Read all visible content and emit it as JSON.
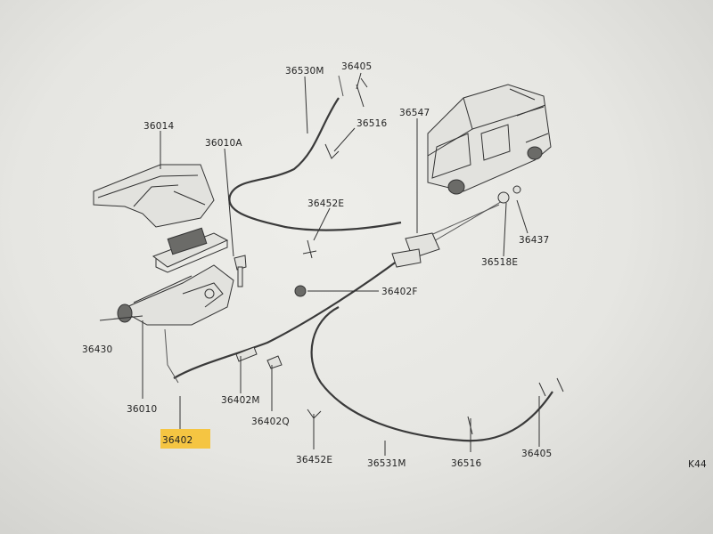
{
  "diagram": {
    "parts": {
      "p36530M": "36530M",
      "p36405_top": "36405",
      "p36516_top": "36516",
      "p36547": "36547",
      "p36014": "36014",
      "p36010A": "36010A",
      "p36452E_top": "36452E",
      "p36437": "36437",
      "p36518E": "36518E",
      "p36402F": "36402F",
      "p36430": "36430",
      "p36010": "36010",
      "p36402M": "36402M",
      "p36402Q": "36402Q",
      "p36402": "36402",
      "p36452E_bottom": "36452E",
      "p36531M": "36531M",
      "p36516_bottom": "36516",
      "p36405_bottom": "36405",
      "page_code": "K44"
    },
    "highlight_color": "#f5c542"
  }
}
